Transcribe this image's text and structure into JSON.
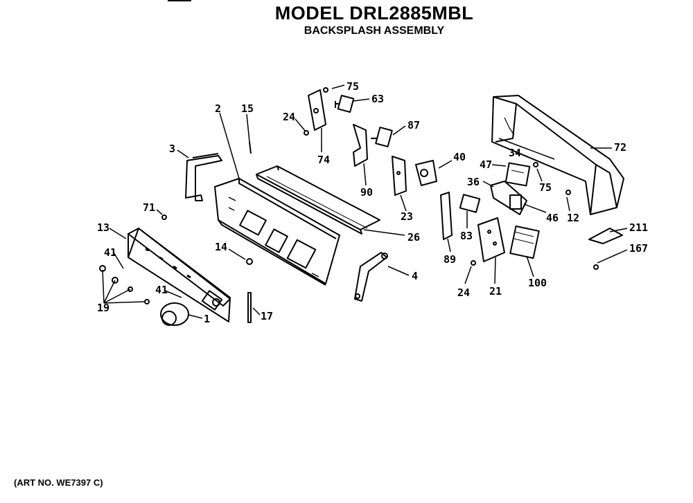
{
  "title": "MODEL DRL2885MBL",
  "subtitle": "BACKSPLASH ASSEMBLY",
  "art_number": "(ART NO. WE7397 C)",
  "callouts": [
    {
      "id": "c75a",
      "label": "75"
    },
    {
      "id": "c63",
      "label": "63"
    },
    {
      "id": "c24a",
      "label": "24"
    },
    {
      "id": "c2",
      "label": "2"
    },
    {
      "id": "c15",
      "label": "15"
    },
    {
      "id": "c87",
      "label": "87"
    },
    {
      "id": "c74",
      "label": "74"
    },
    {
      "id": "c3",
      "label": "3"
    },
    {
      "id": "c90",
      "label": "90"
    },
    {
      "id": "c40",
      "label": "40"
    },
    {
      "id": "c72",
      "label": "72"
    },
    {
      "id": "c34",
      "label": "34"
    },
    {
      "id": "c47",
      "label": "47"
    },
    {
      "id": "c75b",
      "label": "75"
    },
    {
      "id": "c36",
      "label": "36"
    },
    {
      "id": "c23",
      "label": "23"
    },
    {
      "id": "c71",
      "label": "71"
    },
    {
      "id": "c46",
      "label": "46"
    },
    {
      "id": "c12",
      "label": "12"
    },
    {
      "id": "c13",
      "label": "13"
    },
    {
      "id": "c26",
      "label": "26"
    },
    {
      "id": "c211",
      "label": "211"
    },
    {
      "id": "c83",
      "label": "83"
    },
    {
      "id": "c14",
      "label": "14"
    },
    {
      "id": "c41a",
      "label": "41"
    },
    {
      "id": "c167",
      "label": "167"
    },
    {
      "id": "c89",
      "label": "89"
    },
    {
      "id": "c4",
      "label": "4"
    },
    {
      "id": "c100",
      "label": "100"
    },
    {
      "id": "c24b",
      "label": "24"
    },
    {
      "id": "c21",
      "label": "21"
    },
    {
      "id": "c41b",
      "label": "41"
    },
    {
      "id": "c19",
      "label": "19"
    },
    {
      "id": "c1",
      "label": "1"
    },
    {
      "id": "c17",
      "label": "17"
    }
  ]
}
